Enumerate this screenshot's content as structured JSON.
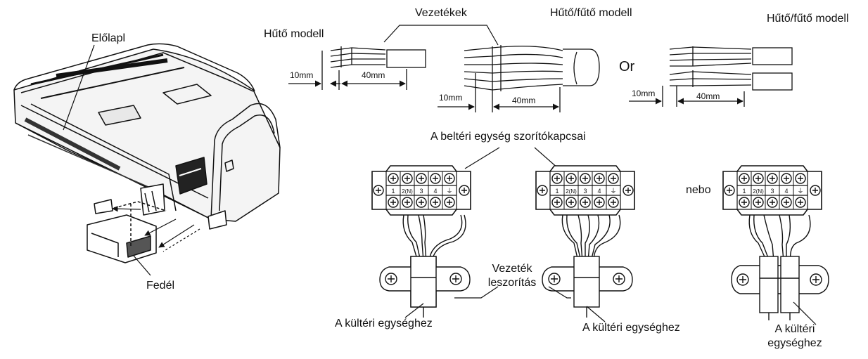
{
  "labels": {
    "front_panel": "Előlapl",
    "cover": "Fedél",
    "cool_model": "Hűtő modell",
    "wires": "Vezetékek",
    "heat_cool_model_1": "Hűtő/fűtő modell",
    "heat_cool_model_2": "Hűtő/fűtő modell",
    "or": "Or",
    "dim_10mm_1": "10mm",
    "dim_40mm_1": "40mm",
    "dim_10mm_2": "10mm",
    "dim_40mm_2": "40mm",
    "dim_10mm_3": "10mm",
    "dim_40mm_3": "40mm",
    "terminals_title": "A beltéri egység szorítókapcsai",
    "nebo": "nebo",
    "wire_clamp_line1": "Vezeték",
    "wire_clamp_line2": "leszorítás",
    "to_outdoor_1": "A kültéri egységhez",
    "to_outdoor_2": "A kültéri egységhez",
    "to_outdoor_3_line1": "A kültéri",
    "to_outdoor_3_line2": "egységhez"
  },
  "terminal_blocks": [
    {
      "labels": [
        "1",
        "2(N)",
        "3",
        "4",
        "⏚"
      ]
    },
    {
      "labels": [
        "1",
        "2(N)",
        "3",
        "4",
        "⏚"
      ]
    },
    {
      "labels": [
        "1",
        "2(N)",
        "3",
        "4",
        "⏚"
      ]
    }
  ],
  "colors": {
    "line": "#111111",
    "background": "#ffffff"
  }
}
